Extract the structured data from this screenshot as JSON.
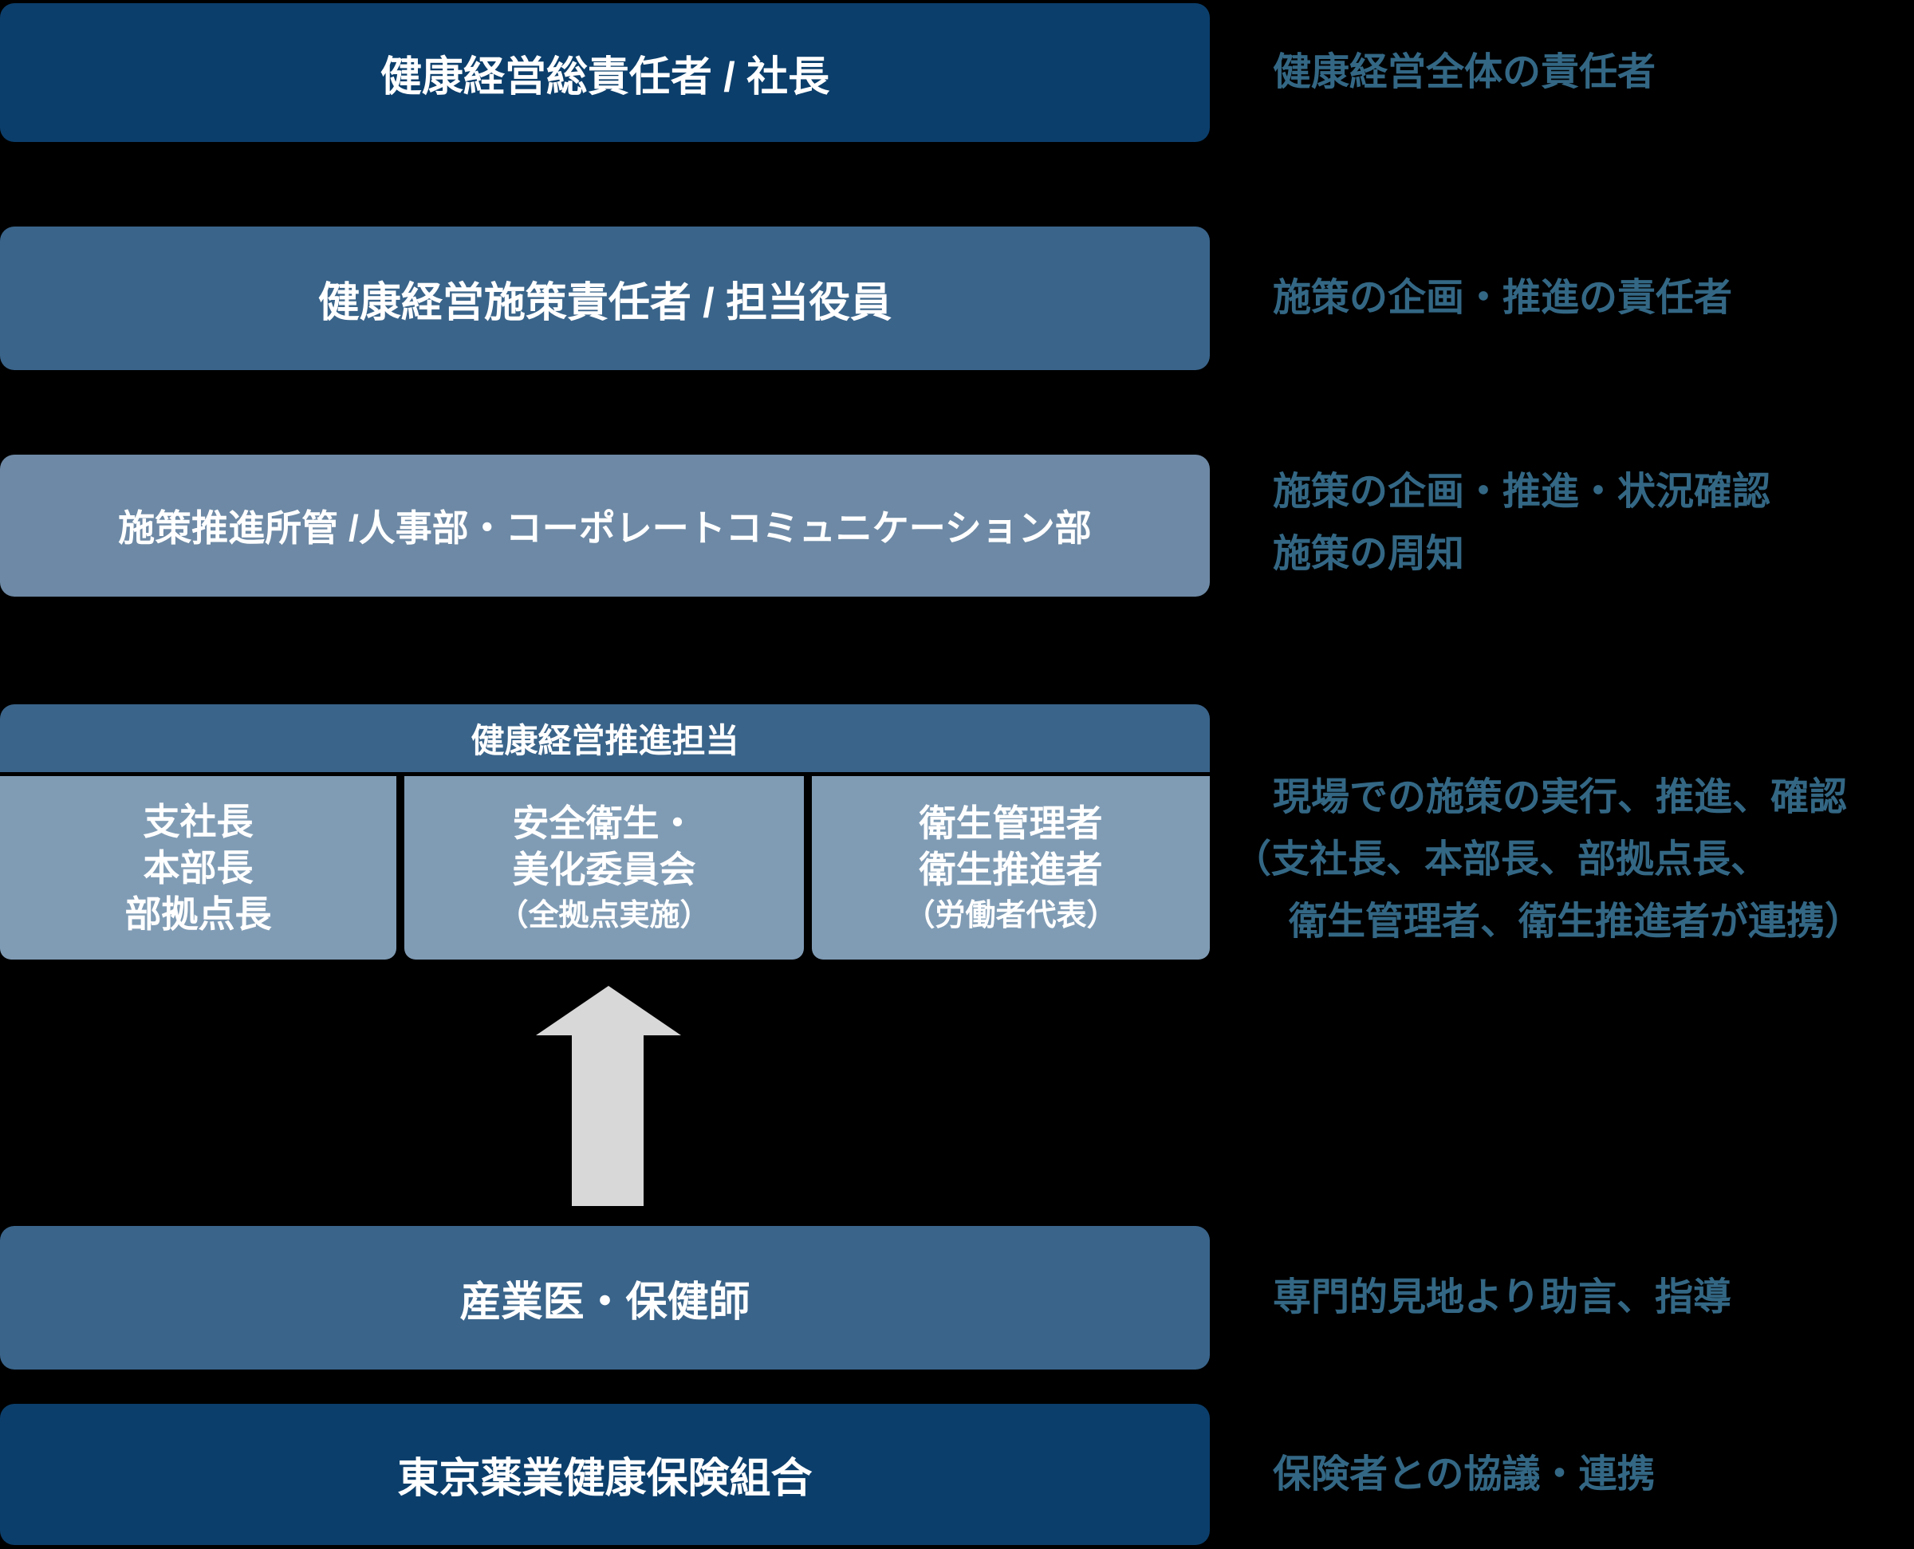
{
  "colors": {
    "dark_blue": "#0b3e6b",
    "medium_blue": "#3a648a",
    "light_blue": "#6d89a5",
    "pale_blue": "#809cb5",
    "arrow_gray": "#d8d8d8",
    "note_text": "#336784",
    "box_text": "#ffffff",
    "background": "#000000"
  },
  "org": {
    "level1": {
      "label": "健康経営総責任者 / 社長",
      "note": "健康経営全体の責任者"
    },
    "level2": {
      "label": "健康経営施策責任者 / 担当役員",
      "note": "施策の企画・推進の責任者"
    },
    "level3": {
      "label": "施策推進所管 /人事部・コーポレートコミュニケーション部",
      "note_lines": [
        "施策の企画・推進・状況確認",
        "施策の周知"
      ]
    },
    "level4": {
      "header": "健康経営推進担当",
      "boxes": [
        {
          "lines": [
            "支社長",
            "本部長",
            "部拠点長"
          ]
        },
        {
          "lines": [
            "安全衛生・",
            "美化委員会"
          ],
          "sub": "（全拠点実施）"
        },
        {
          "lines": [
            "衛生管理者",
            "衛生推進者"
          ],
          "sub": "（労働者代表）"
        }
      ],
      "note_lines": [
        "現場での施策の実行、推進、確認",
        "（支社長、本部長、部拠点長、",
        "衛生管理者、衛生推進者が連携）"
      ]
    },
    "level5": {
      "label": "産業医・保健師",
      "note": "専門的見地より助言、指導"
    },
    "level6": {
      "label": "東京薬業健康保険組合",
      "note": "保険者との協議・連携"
    },
    "arrow": {
      "name": "up-arrow",
      "direction": "up"
    }
  }
}
